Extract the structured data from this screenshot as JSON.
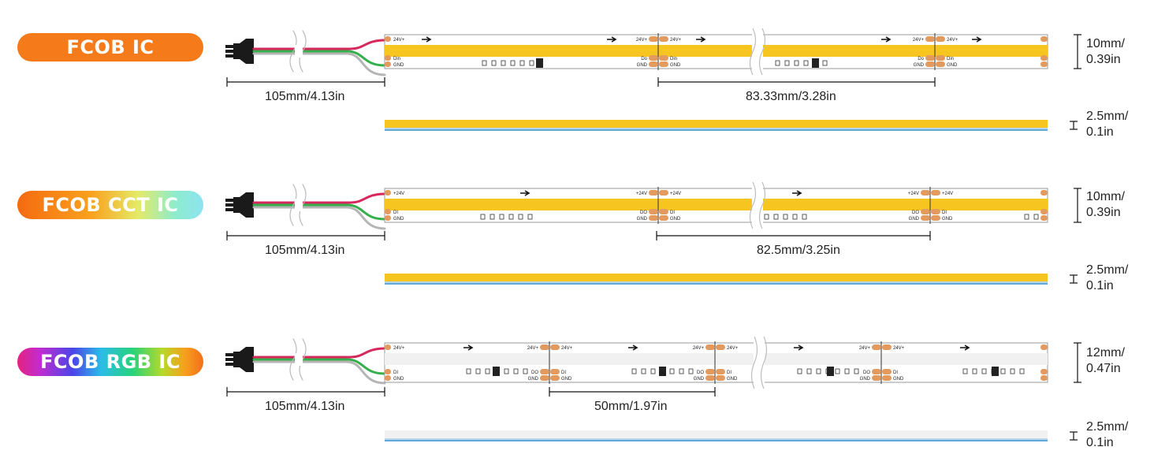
{
  "colors": {
    "cob_yellow": "#f7c520",
    "cob_white": "#f1f1f1",
    "pad": "#e29a5e",
    "wire_red": "#d6285c",
    "wire_green": "#36b04c",
    "wire_gray": "#b5b5b5"
  },
  "pad_labels": {
    "v_plus": "24V+",
    "v_plus_alt": "+24V",
    "din": "Din",
    "dout": "Do",
    "di": "DI",
    "do": "DO",
    "gnd": "GND"
  },
  "strips": [
    {
      "title": "FCOB IC",
      "wire_length": "105mm/4.13in",
      "cut_length": "83.33mm/3.28in",
      "width": "10mm/\n0.39in",
      "thickness": "2.5mm/\n0.1in"
    },
    {
      "title": "FCOB CCT IC",
      "wire_length": "105mm/4.13in",
      "cut_length": "82.5mm/3.25in",
      "width": "10mm/\n0.39in",
      "thickness": "2.5mm/\n0.1in"
    },
    {
      "title": "FCOB RGB IC",
      "wire_length": "105mm/4.13in",
      "cut_length": "50mm/1.97in",
      "width": "12mm/\n0.47in",
      "thickness": "2.5mm/\n0.1in"
    }
  ]
}
